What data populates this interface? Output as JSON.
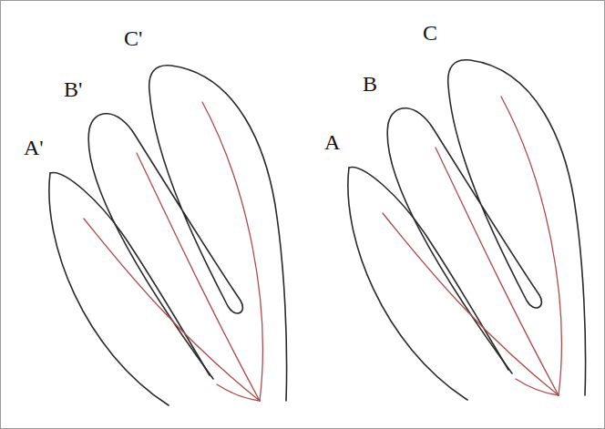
{
  "diagram": {
    "labels": [
      "A'",
      "B'",
      "C'",
      "A",
      "B",
      "C"
    ]
  }
}
